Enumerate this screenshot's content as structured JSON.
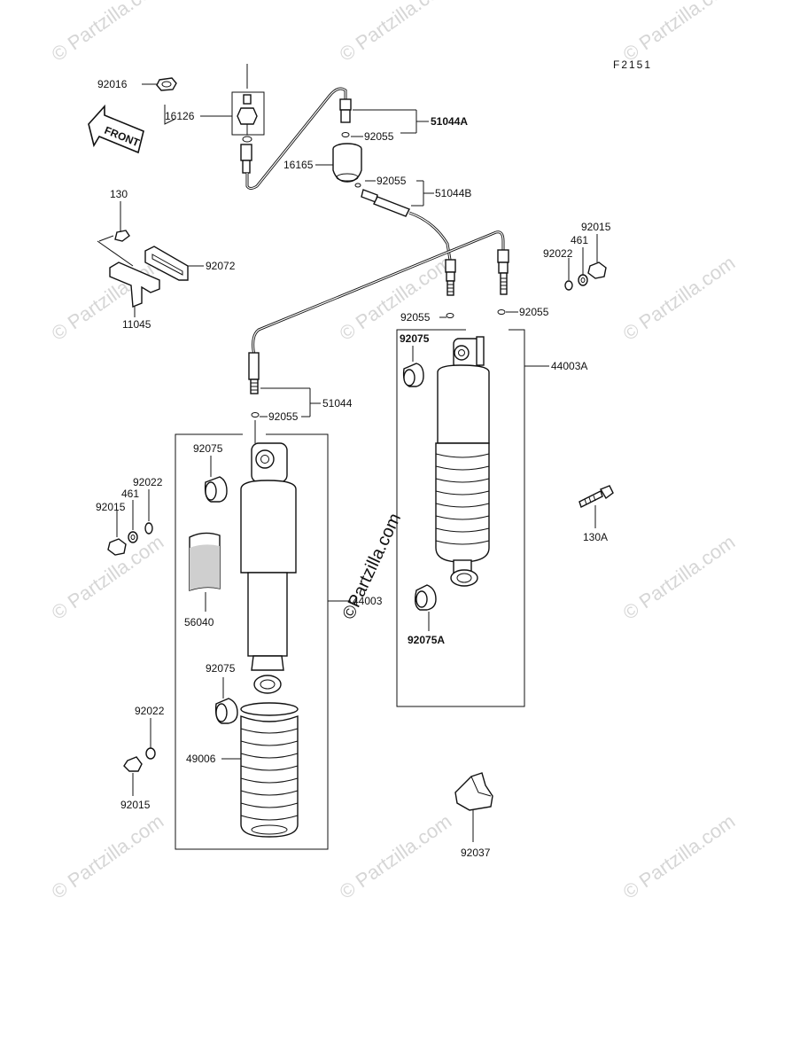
{
  "figure_code": "F2151",
  "front_arrow_text": "FRONT",
  "watermark_text": "© Partzilla.com",
  "center_watermark_text": "©Partzilla.com",
  "labels": {
    "p92016": "92016",
    "p16126": "16126",
    "p51044A": "51044A",
    "p92055_a": "92055",
    "p16165": "16165",
    "p92055_b": "92055",
    "p51044B": "51044B",
    "p130": "130",
    "p92072": "92072",
    "p11045": "11045",
    "p92015_r": "92015",
    "p461_r": "461",
    "p92022_r": "92022",
    "p92055_c": "92055",
    "p92055_d": "92055",
    "p92075_r": "92075",
    "p44003A": "44003A",
    "p51044": "51044",
    "p92055_e": "92055",
    "p92075_l": "92075",
    "p92022_l": "92022",
    "p461_l": "461",
    "p92015_l": "92015",
    "p56040": "56040",
    "p44003": "44003",
    "p130A": "130A",
    "p92075A": "92075A",
    "p92075_l2": "92075",
    "p92022_l2": "92022",
    "p49006": "49006",
    "p92015_l2": "92015",
    "p92037": "92037"
  }
}
